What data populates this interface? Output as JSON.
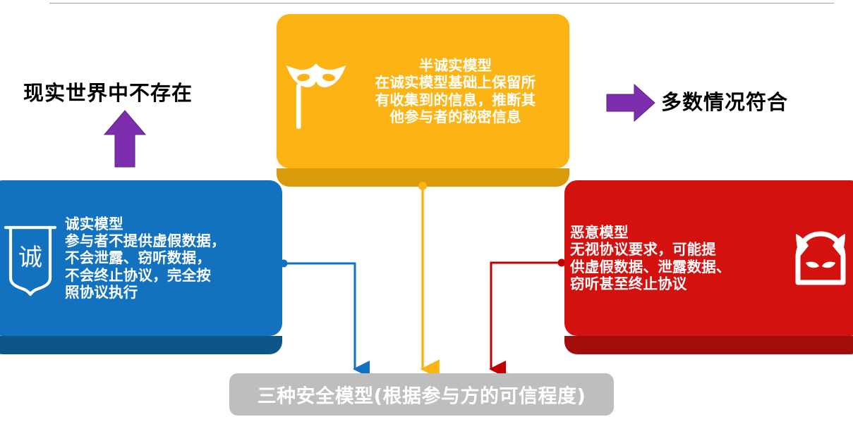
{
  "slide": {
    "title": "三种安全模型(根据参与方的可信程度)",
    "background": "#ffffff",
    "top_rule_color": "#a6a6a6"
  },
  "cards": {
    "semi_honest": {
      "title": "半诚实模型",
      "body": "在诚实模型基础上保留所\n有收集到的信息，推断其\n他参与者的秘密信息",
      "full_text": "半诚实模型\n在诚实模型基础上保留所\n有收集到的信息，推断其\n他参与者的秘密信息",
      "icon": "masquerade-mask-icon",
      "color": "#FCB414",
      "shadow_color": "#D79B0B",
      "text_color": "#ffffff"
    },
    "honest": {
      "title": "诚实模型",
      "body": "参与者不提供虚假数据，\n不会泄露、窃听数据，\n不会终止协议，完全按\n照协议执行",
      "full_text": "诚实模型\n参与者不提供虚假数据，\n不会泄露、窃听数据，\n不会终止协议，完全按\n照协议执行",
      "icon": "pennant-banner-icon",
      "icon_glyph": "诚",
      "color": "#1272BF",
      "shadow_color": "#0C5588",
      "text_color": "#ffffff"
    },
    "malicious": {
      "title": "恶意模型",
      "body": "无视协议要求，可能提\n供虚假数据、泄露数据、\n窃听甚至终止协议",
      "full_text": "恶意模型\n无视协议要求，可能提\n供虚假数据、泄露数据、\n窃听甚至终止协议",
      "icon": "devil-face-icon",
      "color": "#D3110E",
      "shadow_color": "#A20C0A",
      "text_color": "#ffffff"
    }
  },
  "annotations": {
    "not_exist": "现实世界中不存在",
    "mostly_fits": "多数情况符合",
    "arrow_color": "#7D2EAF",
    "arrow_up_name": "up-arrow-icon",
    "arrow_right_name": "right-arrow-icon"
  },
  "summary": {
    "text": "三种安全模型(根据参与方的可信程度)",
    "background": "#BEBEBE",
    "text_color": "#ffffff"
  },
  "connectors": [
    {
      "from": "honest",
      "color": "#1272BF",
      "label": "honest-connector"
    },
    {
      "from": "semi_honest",
      "color": "#FCB414",
      "label": "semi-honest-connector"
    },
    {
      "from": "malicious",
      "color": "#C00000",
      "label": "malicious-connector"
    }
  ]
}
